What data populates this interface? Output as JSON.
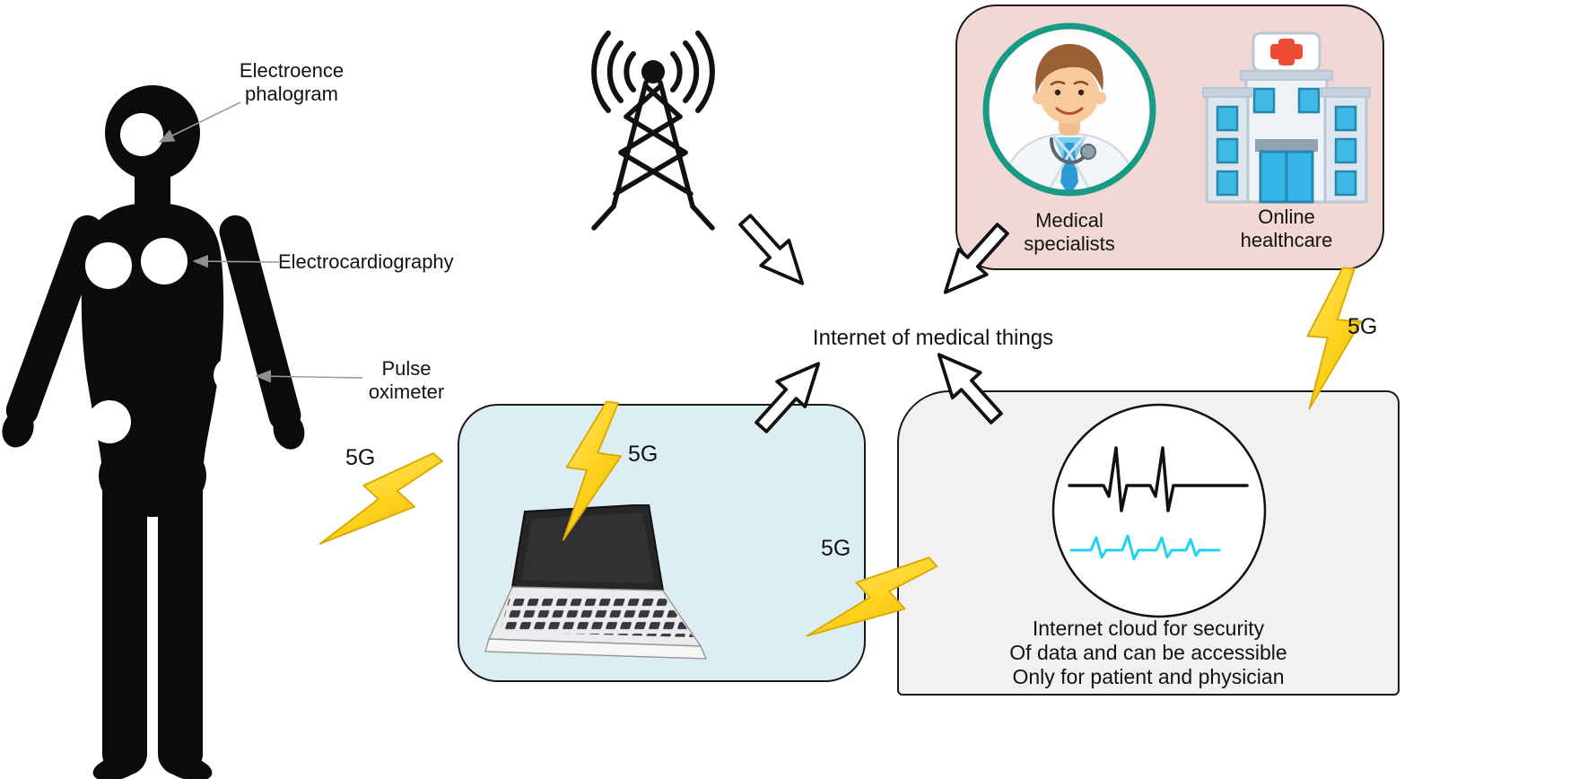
{
  "body_labels": {
    "eeg_line1": "Electroence",
    "eeg_line2": "phalogram",
    "ecg": "Electrocardiography",
    "pulse_line1": "Pulse",
    "pulse_line2": "oximeter"
  },
  "network": {
    "iomt_label": "Internet of medical things",
    "five_g": "5G"
  },
  "pink_box": {
    "medical_line1": "Medical",
    "medical_line2": "specialists",
    "online_line1": "Online",
    "online_line2": "healthcare"
  },
  "gray_box": {
    "caption_line1": "Internet cloud for security",
    "caption_line2": "Of data and can be accessible",
    "caption_line3": "Only for patient and physician"
  },
  "icons": {
    "human_silhouette": "human-silhouette-icon",
    "cell_tower": "cell-tower-icon",
    "doctor": "doctor-avatar-icon",
    "hospital": "hospital-building-icon",
    "laptop": "laptop-icon",
    "ecg_waveform": "ecg-waveform-icon",
    "lightning_bolt": "lightning-bolt-icon",
    "flow_arrow": "block-arrow-icon"
  },
  "colors": {
    "pink_box_bg": "#f2d8d4",
    "blue_box_bg": "#dceef3",
    "gray_box_bg": "#f1f1f1",
    "teal_ring": "#189a84",
    "ecg_cyan": "#1fd2f2",
    "bolt_yellow": "#ffd21f"
  }
}
